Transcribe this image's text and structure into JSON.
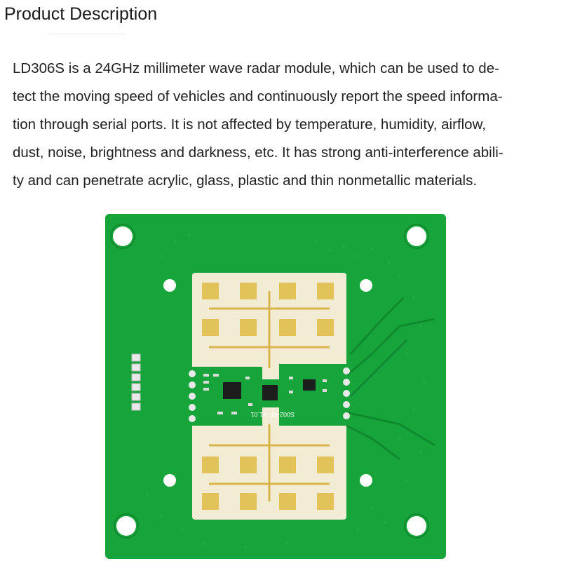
{
  "heading": "Product Description",
  "description_lines": [
    "LD306S is a 24GHz millimeter wave radar module, which can be used to de-",
    "tect the moving speed of vehicles and continuously report the speed informa-",
    "tion through serial ports. It is not affected by temperature, humidity, airflow,",
    "dust, noise, brightness and darkness, etc. It has strong anti-interference abili-",
    "ty and can penetrate acrylic, glass, plastic and thin nonmetallic materials."
  ],
  "board": {
    "silkscreen_text": "S002-RF-V1.01",
    "colors": {
      "pcb": "#17a53b",
      "pcb_dark": "#0f8a2e",
      "antenna_panel": "#f3ecd4",
      "antenna_pad": "#e2c35a",
      "chip": "#1d1d1d",
      "pin_header": "#e9e9e9"
    }
  }
}
